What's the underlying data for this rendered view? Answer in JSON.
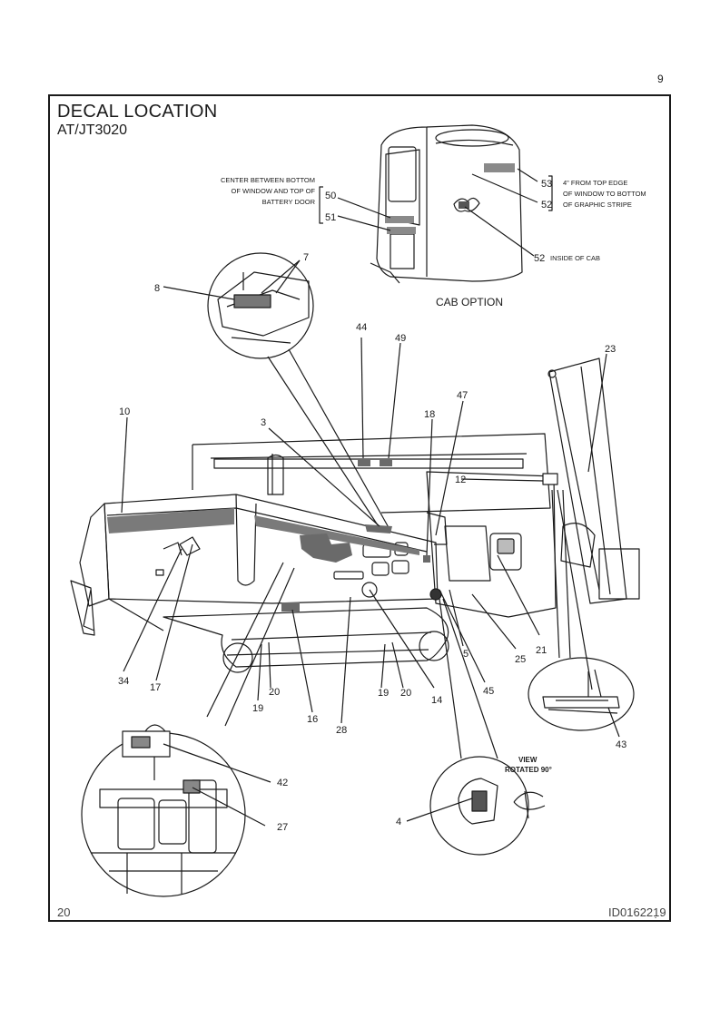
{
  "page": {
    "number": "9"
  },
  "header": {
    "title": "DECAL LOCATION",
    "model": "AT/JT3020"
  },
  "notes": {
    "window_note": [
      "CENTER BETWEEN BOTTOM",
      "OF WINDOW AND TOP OF",
      "BATTERY DOOR"
    ],
    "stripe_note": [
      "4\" FROM TOP EDGE",
      "OF WINDOW TO BOTTOM",
      "OF GRAPHIC STRIPE"
    ],
    "inside_cab": "INSIDE OF CAB",
    "view_rotated": [
      "VIEW",
      "ROTATED 90°"
    ]
  },
  "captions": {
    "cab_option": "CAB OPTION"
  },
  "callouts": {
    "c53": "53",
    "c52a": "52",
    "c50": "50",
    "c51": "51",
    "c52b": "52",
    "c7": "7",
    "c8": "8",
    "c44": "44",
    "c49": "49",
    "c23": "23",
    "c47": "47",
    "c10": "10",
    "c3": "3",
    "c18": "18",
    "c12": "12",
    "c5": "5",
    "c25": "25",
    "c21": "21",
    "c45": "45",
    "c14": "14",
    "c20a": "20",
    "c19a": "19",
    "c28": "28",
    "c16": "16",
    "c20b": "20",
    "c19b": "19",
    "c34": "34",
    "c17": "17",
    "c43": "43",
    "c42": "42",
    "c27": "27",
    "c4": "4"
  },
  "footer": {
    "figure_number": "20",
    "figure_id": "ID016221̣9"
  }
}
